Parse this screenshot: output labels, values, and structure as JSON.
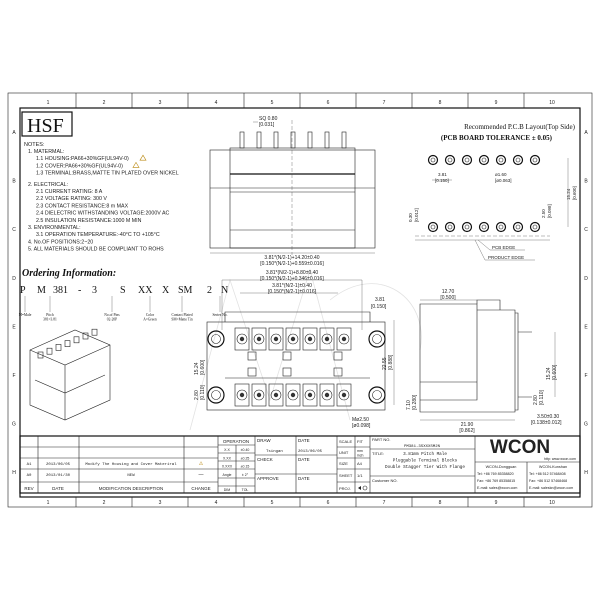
{
  "frame": {
    "columns": [
      "1",
      "2",
      "3",
      "4",
      "5",
      "6",
      "7",
      "8",
      "9",
      "10"
    ],
    "rows": [
      "A",
      "B",
      "C",
      "D",
      "E",
      "F",
      "G",
      "H"
    ]
  },
  "logo": "HSF",
  "notes": {
    "heading": "NOTES:",
    "lines": [
      "1. MATERMAL:",
      "1.1  HOUSING:PA66+30%GF(UL94V-0)",
      "1.2  COVER:PA66+30%GF(UL94V-0)",
      "1.3  TERMINAL:BRASS,MATTE TIN PLATED OVER NICKEL",
      "2. ELECTRICAL:",
      "2.1  CURRENT RATING: 8 A",
      "2.2  VOLTAGE RATING: 300 V",
      "2.3  CONTACT RESISTANCE:8 m   MAX",
      "2.4  DIELECTRIC WITHSTANDING VOLTAGE:2000V AC",
      "2.5  INSULATION RESISTANCE:1000 M   MIN",
      "3. ENVIRONMENTAL:",
      "3.1  OPERATION TEMPERATURE:-40°C TO +105°C",
      "4. No.OF POSITIONS:2~20",
      "5. ALL MATERIALS SHOULD BE COMPLIANT TO ROHS"
    ]
  },
  "ordering": {
    "title": "Ordering Information:",
    "code": [
      "P",
      "M",
      "381",
      "-",
      "3",
      "S",
      "XX",
      "X",
      "SM",
      "2",
      "N"
    ],
    "labels": [
      {
        "text": "M=Male"
      },
      {
        "text": "Pitch\n381=3.81"
      },
      {
        "text": "No.of Pins\n02-20P"
      },
      {
        "text": "Color\nA=Green"
      },
      {
        "text": "Contact Plated\nSM=Matte Tin"
      },
      {
        "text": "Series No."
      }
    ]
  },
  "pcb": {
    "title": "Recommended P.C.B Layout(Top Side)",
    "tolerance": "(PCB BOARD TOLERANCE ± 0.05)",
    "pitch": "3.81",
    "pitch_in": "[0.150]",
    "hole": "ø1.60",
    "hole_in": "[ø0.063]",
    "row": "15.24",
    "row_in": "[0.600]",
    "edge": "2.50",
    "edge_in": "[0.098]",
    "off": "0.30",
    "off_in": "[0.012]",
    "pcb_edge": "PCB EDGE",
    "product_edge": "PRODUCT EDGE"
  },
  "front": {
    "pin": "SQ 0.80",
    "pin_in": "[0.031]",
    "width": "3.81*(N/2-1)+14.20±0.40",
    "width_in": "[0.150*(N/2-1)+0.559±0.016]"
  },
  "bottom": {
    "d1": "3.81*(N/2-1)+8.80±0.40",
    "d1_in": "[0.150*(N/2-1)+0.346±0.016]",
    "d2": "3.81*(N/2-1)±0.40",
    "d2_in": "[0.150*(N/2-1)±0.016]",
    "p": "3.81",
    "p_in": "[0.150]",
    "h": "22.55",
    "h_in": "[0.888]",
    "l1": "15.24",
    "l1_in": "[0.600]",
    "l2": "2.80",
    "l2_in": "[0.110]",
    "screw": "Mø2.50",
    "screw_in": "[ø0.098]"
  },
  "side": {
    "top": "12.70",
    "top_in": "[0.500]",
    "rows": "15.24",
    "rows_in": "[0.600]",
    "pin": "2.80",
    "pin_in": "[0.110]",
    "h": "7.10",
    "h_in": "[0.280]",
    "w": "21.90",
    "w_in": "[0.862]",
    "tail": "3.50±0.30",
    "tail_in": "[0.138±0.012]"
  },
  "revisions": [
    {
      "rev": "A1",
      "date": "2013/06/05",
      "desc": "Modify The Housing and Cover Materiral",
      "change": "⚠"
    },
    {
      "rev": "A0",
      "date": "2013/01/30",
      "desc": "NEW",
      "change": "—"
    }
  ],
  "rev_headers": {
    "rev": "REV",
    "date": "DATE",
    "desc": "MODIFICATION DESCRIPTION",
    "change": "CHANGE"
  },
  "operation": {
    "title": "OPERATION",
    "rows": [
      [
        "X.X",
        "±0.40"
      ],
      [
        "X.XX",
        "±0.25"
      ],
      [
        "X.XXX",
        "±0.15"
      ],
      [
        "Angle",
        "± 2°"
      ]
    ],
    "dim": "DIM",
    "tol": "TOL"
  },
  "approval": {
    "draw": "DRAW",
    "drawer": "Tsingan",
    "check": "CHECK",
    "approve": "APPROVE",
    "date": "DATE",
    "draw_date": "2013/06/05"
  },
  "meta": {
    "scale": "SCALE",
    "scale_v": "FIT",
    "unit": "UNIT",
    "unit_v": "mm\ninch",
    "size": "SIZE",
    "size_v": "A4",
    "sheet": "SHEET",
    "sheet_v": "1/1",
    "proj": "PROJ."
  },
  "part": {
    "label": "PART NO.",
    "value": "PM381-3SXXXSM2N",
    "title_label": "TITLE:",
    "title": [
      "3.81mm Pitch Male",
      "Pluggable Terminal Blocks",
      "Double Stagger Tier With Flange"
    ],
    "customer": "Customer NO."
  },
  "company": {
    "brand": "WCON",
    "url": "http: www.wcon.com",
    "offices": [
      {
        "name": "WCON-Dongguan",
        "tel": "Tel: +86 769 85358820",
        "fax": "Fax: +86 769 85358815",
        "mail": "E-mail: sales@wcon.com"
      },
      {
        "name": "WCON-Kunshan",
        "tel": "Tel: +86 512 57468408",
        "fax": "Fax: +86 512 57468468",
        "mail": "E-mail: saleskn@wcon.com"
      }
    ]
  }
}
